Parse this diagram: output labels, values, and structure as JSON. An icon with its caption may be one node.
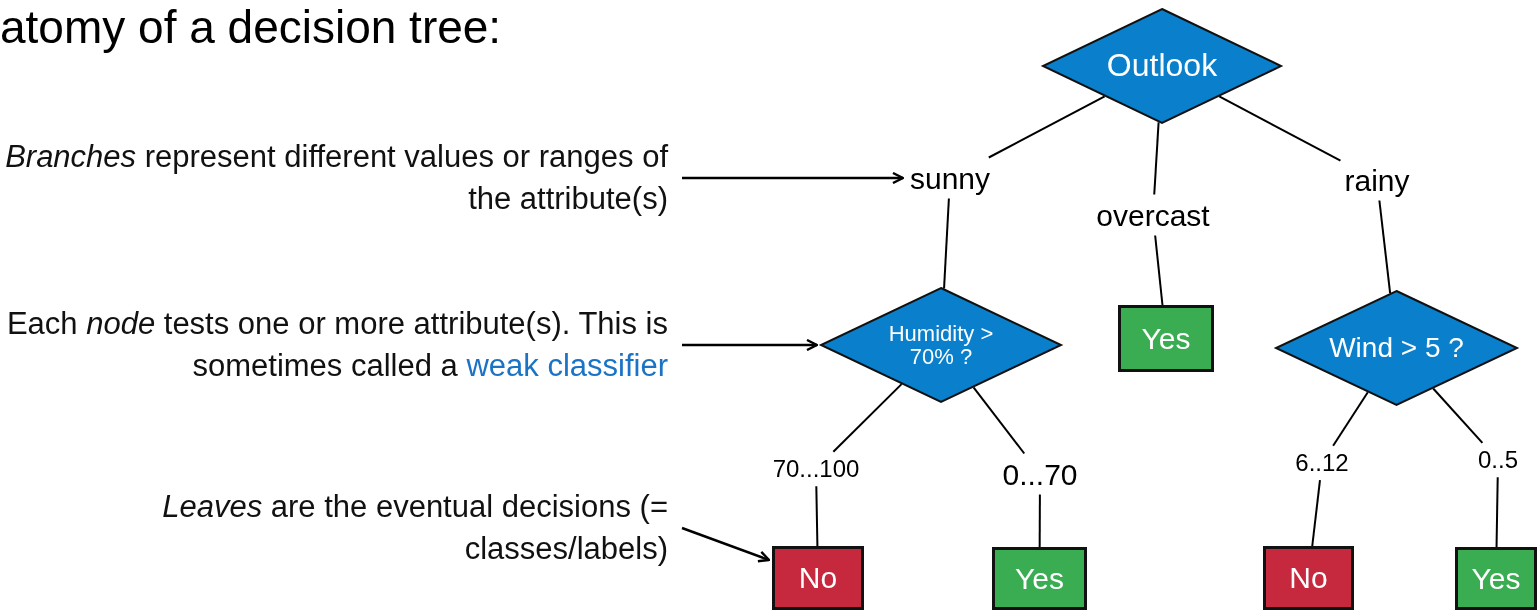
{
  "diagram": {
    "title": "atomy of a decision tree:",
    "nodes": [
      {
        "text": [
          "Outlook"
        ]
      },
      {
        "text": [
          "sunny"
        ]
      },
      {
        "text": [
          "overcast"
        ]
      },
      {
        "text": [
          "rainy"
        ]
      },
      {
        "text": [
          "Humidity > 70% ?"
        ]
      },
      {
        "text": [
          "Yes"
        ]
      },
      {
        "text": [
          "Wind > 5 ?"
        ]
      },
      {
        "text": [
          "70...100"
        ]
      },
      {
        "text": [
          "0...70"
        ]
      },
      {
        "text": [
          "6..12"
        ]
      },
      {
        "text": [
          "0..5"
        ]
      },
      {
        "text": [
          "No"
        ]
      },
      {
        "text": [
          "Yes"
        ]
      },
      {
        "text": [
          "No"
        ]
      },
      {
        "text": [
          "Yes"
        ]
      },
      {
        "text": [
          "*Branches* represent different values or ranges of the attribute(s)"
        ]
      },
      {
        "text": [
          "Each *node* tests one or more attribute(s). This is sometimes called a",
          "weak classifier"
        ]
      },
      {
        "text": [
          "*Leaves* are the eventual decisions (= classes/labels)"
        ]
      }
    ],
    "edges": [
      {
        "from": 0,
        "to": 1,
        "arrow": "none"
      },
      {
        "from": 0,
        "to": 2,
        "arrow": "none"
      },
      {
        "from": 0,
        "to": 3,
        "arrow": "none"
      },
      {
        "from": 1,
        "to": 4,
        "arrow": "none"
      },
      {
        "from": 2,
        "to": 5,
        "arrow": "none"
      },
      {
        "from": 3,
        "to": 6,
        "arrow": "none"
      },
      {
        "from": 4,
        "to": 7,
        "arrow": "none"
      },
      {
        "from": 4,
        "to": 8,
        "arrow": "none"
      },
      {
        "from": 6,
        "to": 9,
        "arrow": "none"
      },
      {
        "from": 6,
        "to": 10,
        "arrow": "none"
      },
      {
        "from": 7,
        "to": 11,
        "arrow": "none"
      },
      {
        "from": 8,
        "to": 12,
        "arrow": "none"
      },
      {
        "from": 9,
        "to": 13,
        "arrow": "none"
      },
      {
        "from": 10,
        "to": 14,
        "arrow": "none"
      },
      {
        "from": 15,
        "to": 1,
        "arrow": "to"
      },
      {
        "from": 16,
        "to": 4,
        "arrow": "to"
      },
      {
        "from": 17,
        "to": 11,
        "arrow": "to"
      }
    ]
  }
}
